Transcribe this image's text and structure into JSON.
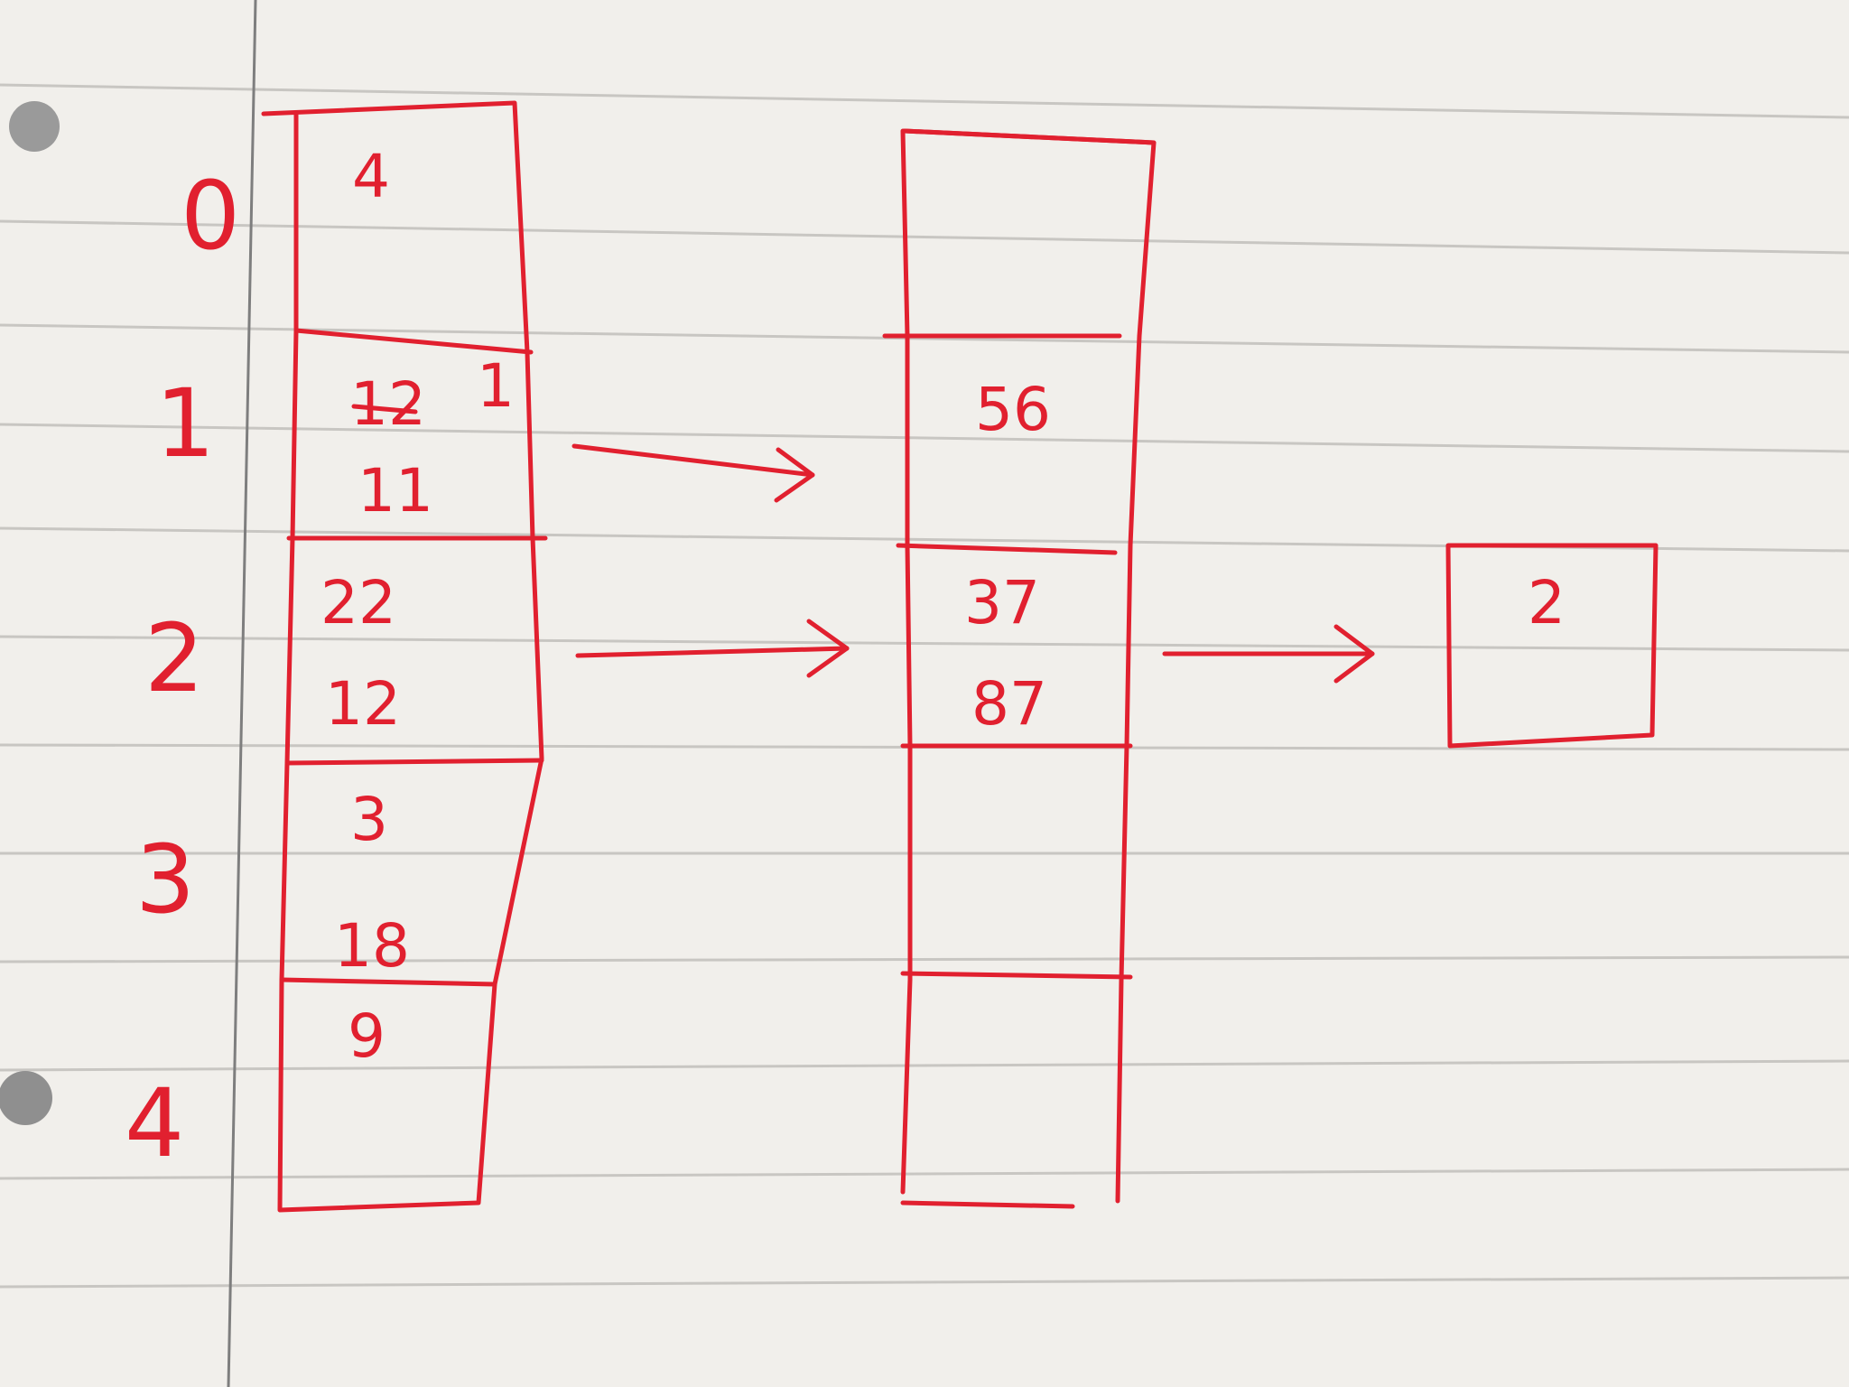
{
  "colors": {
    "paper": "#f1efeb",
    "ruled_line": "#c8c6c2",
    "margin_line": "#7e7e7e",
    "ink": "#e1202f"
  },
  "diagram": {
    "row_labels": [
      "0",
      "1",
      "2",
      "3",
      "4"
    ],
    "first_table": {
      "cell_0": {
        "value_1": "4"
      },
      "cell_1": {
        "crossed": "12",
        "value_1": "1",
        "value_2": "11"
      },
      "cell_2": {
        "value_1": "22",
        "value_2": "12"
      },
      "cell_3": {
        "value_1": "3",
        "value_2": "18"
      },
      "cell_4": {
        "value_1": "9"
      }
    },
    "second_table": {
      "cell_1": {
        "value_1": "56"
      },
      "cell_2": {
        "value_1": "37",
        "value_2": "87"
      }
    },
    "third_box": {
      "value_1": "2"
    }
  }
}
